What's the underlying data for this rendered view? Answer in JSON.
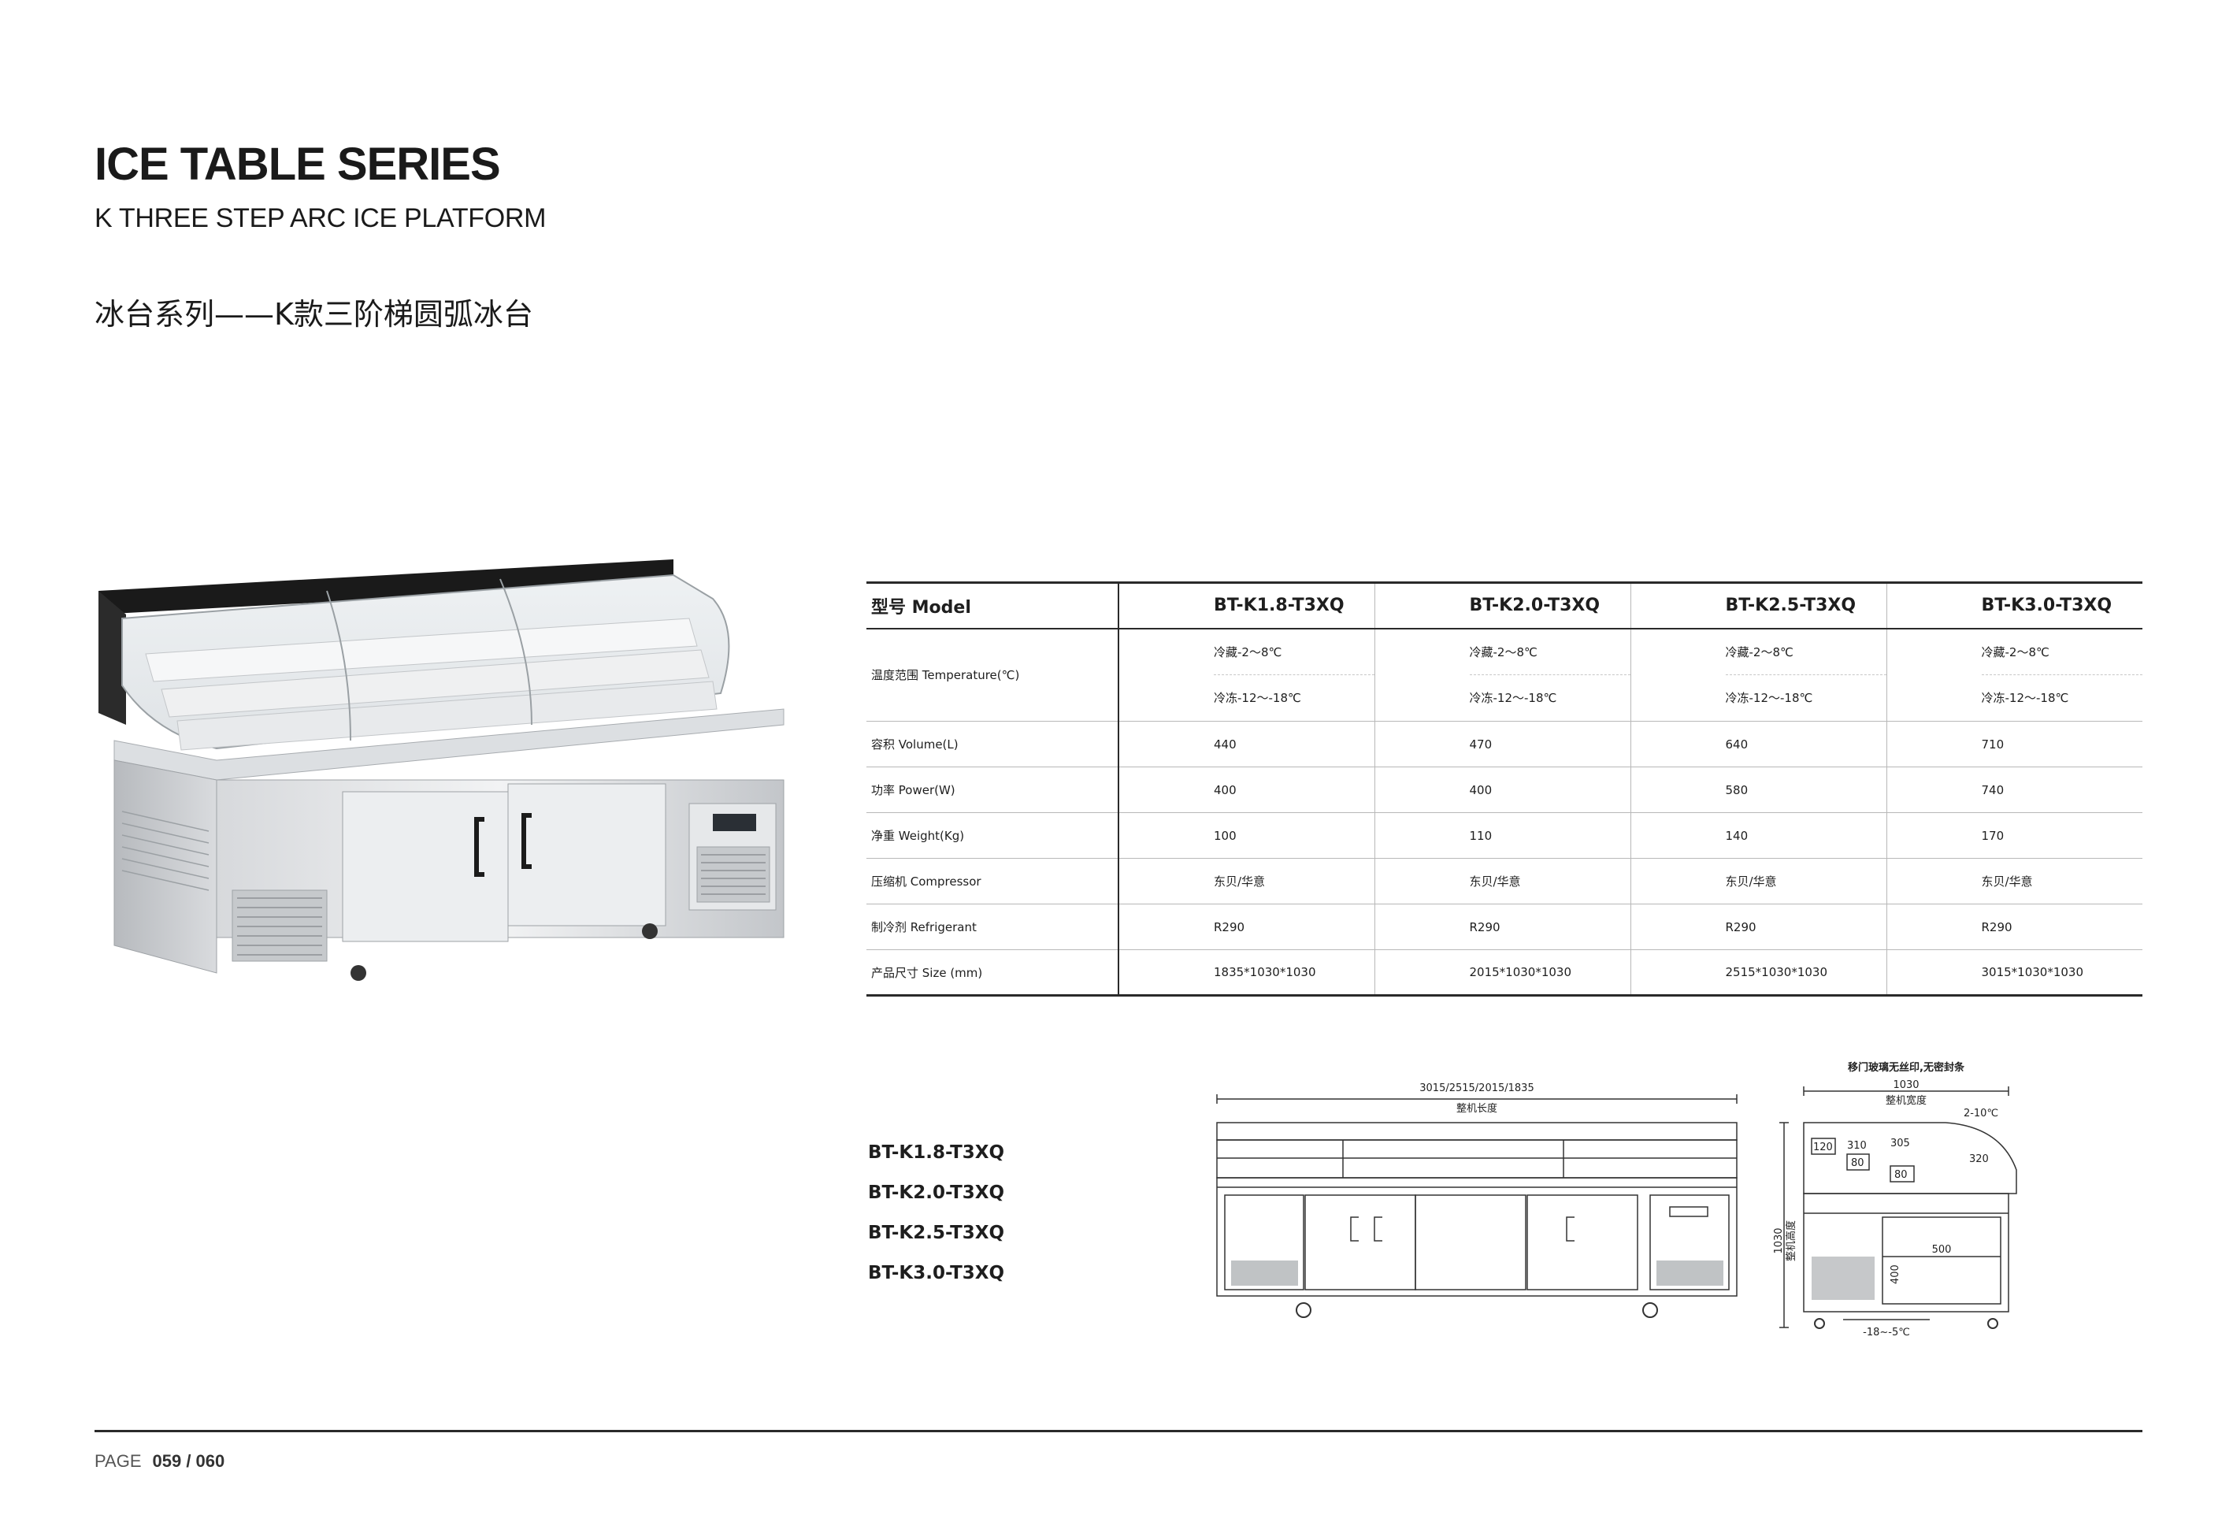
{
  "header": {
    "title": "ICE TABLE SERIES",
    "subtitle": "K THREE STEP ARC ICE PLATFORM",
    "title_cn": "冰台系列——K款三阶梯圆弧冰台"
  },
  "spec_table": {
    "model_header": "型号 Model",
    "models": [
      "BT-K1.8-T3XQ",
      "BT-K2.0-T3XQ",
      "BT-K2.5-T3XQ",
      "BT-K3.0-T3XQ"
    ],
    "temperature": {
      "label": "温度范围 Temperature(℃)",
      "chill": [
        "冷藏-2～8℃",
        "冷藏-2～8℃",
        "冷藏-2～8℃",
        "冷藏-2～8℃"
      ],
      "freeze": [
        "冷冻-12～-18℃",
        "冷冻-12～-18℃",
        "冷冻-12～-18℃",
        "冷冻-12～-18℃"
      ]
    },
    "rows": [
      {
        "label": "容积 Volume(L)",
        "values": [
          "440",
          "470",
          "640",
          "710"
        ]
      },
      {
        "label": "功率 Power(W)",
        "values": [
          "400",
          "400",
          "580",
          "740"
        ]
      },
      {
        "label": "净重 Weight(Kg)",
        "values": [
          "100",
          "110",
          "140",
          "170"
        ]
      },
      {
        "label": "压缩机 Compressor",
        "values": [
          "东贝/华意",
          "东贝/华意",
          "东贝/华意",
          "东贝/华意"
        ]
      },
      {
        "label": "制冷剂 Refrigerant",
        "values": [
          "R290",
          "R290",
          "R290",
          "R290"
        ]
      },
      {
        "label": "产品尺寸 Size (mm)",
        "values": [
          "1835*1030*1030",
          "2015*1030*1030",
          "2515*1030*1030",
          "3015*1030*1030"
        ]
      }
    ]
  },
  "models_list": [
    "BT-K1.8-T3XQ",
    "BT-K2.0-T3XQ",
    "BT-K2.5-T3XQ",
    "BT-K3.0-T3XQ"
  ],
  "front_drawing": {
    "length_values": "3015/2515/2015/1835",
    "length_label": "整机长度"
  },
  "side_drawing": {
    "note": "移门玻璃无丝印,无密封条",
    "width_value": "1030",
    "width_label": "整机宽度",
    "height_value": "1030",
    "height_label": "整机高度",
    "top_temp": "2-10℃",
    "bottom_temp": "-18~-5℃",
    "d120": "120",
    "d310": "310",
    "d305": "305",
    "d80a": "80",
    "d80b": "80",
    "d320": "320",
    "d500": "500",
    "d400": "400"
  },
  "footer": {
    "page_label": "PAGE",
    "page_number": "059 / 060"
  },
  "colors": {
    "text": "#1e1e1e",
    "rule": "#2a2a2a",
    "steel": "#c9ccd0"
  }
}
